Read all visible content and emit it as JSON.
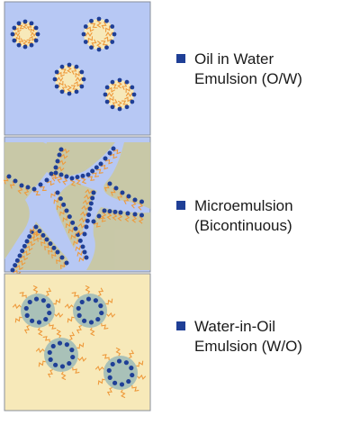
{
  "legend": [
    {
      "line1": "Oil in Water",
      "line2": "Emulsion (O/W)"
    },
    {
      "line1": "Microemulsion",
      "line2": "(Bicontinuous)"
    },
    {
      "line1": "Water-in-Oil",
      "line2": "Emulsion (W/O)"
    }
  ],
  "colors": {
    "water": "#b7c8f4",
    "oil": "#f7e9b9",
    "gray_oil": "#c9c8a3",
    "head": "#1f3f96",
    "tail": "#ee9a3c",
    "border": "#8a8f9a"
  }
}
